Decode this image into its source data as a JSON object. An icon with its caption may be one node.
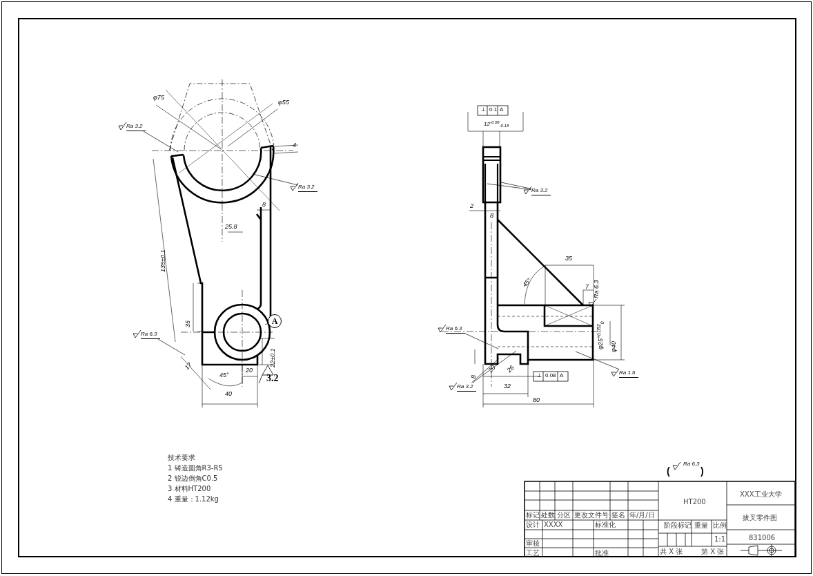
{
  "diagram": {
    "nodes": [
      {
        "text": [
          "Ra 3.2"
        ]
      },
      {
        "text": [
          "Ra 3.2"
        ]
      },
      {
        "text": [
          "Ra 6.3"
        ]
      },
      {
        "text": [
          "A"
        ]
      },
      {
        "text": [
          "Ra 3.2"
        ]
      },
      {
        "text": [
          "Ra 6.3"
        ]
      },
      {
        "text": [
          "Ra 3.2"
        ]
      },
      {
        "text": [
          "Ra 1.6"
        ]
      }
    ],
    "edges": [
      {
        "from": 0,
        "to": null,
        "arrow": "none"
      },
      {
        "from": 1,
        "to": null,
        "arrow": "none"
      },
      {
        "from": 2,
        "to": null,
        "arrow": "none"
      },
      {
        "from": 3,
        "to": null,
        "arrow": "none"
      },
      {
        "from": 4,
        "to": null,
        "arrow": "none"
      },
      {
        "from": 4,
        "to": null,
        "arrow": "none"
      },
      {
        "from": 5,
        "to": null,
        "arrow": "none"
      },
      {
        "from": 6,
        "to": null,
        "arrow": "none"
      },
      {
        "from": 6,
        "to": null,
        "arrow": "none"
      },
      {
        "from": 7,
        "to": null,
        "arrow": "none"
      }
    ],
    "labels": [
      "φ75",
      "φ55",
      "4",
      "8",
      "25.8",
      "135±0.1",
      "35",
      "17",
      "45°",
      "20",
      "40",
      "22±0.1",
      "3.2",
      "⊥",
      "0.1",
      "A",
      "12$^{-0.06}$$_{-0.18}$",
      "2",
      "8",
      "35",
      "45°",
      "7",
      "φ25$^{+0.052}$$_{0}$",
      "φ40",
      "8",
      "20",
      "26",
      "⊥",
      "0.08",
      "A",
      "32",
      "80",
      "技术要求",
      "1 铸造圆角R3-R5",
      "2 锐边倒角C0.5",
      "3 材料HT200",
      "4 重量：1.12kg",
      "(",
      "Ra 6.3",
      ")",
      "HT200",
      "XXX工业大学",
      "标记",
      "处数",
      "分区",
      "更改文件号",
      "签名",
      "年/月/日",
      "拔叉零件图",
      "设计",
      "XXXX",
      "标准化",
      "阶段标记",
      "重量",
      "比例",
      "1:1",
      "831006",
      "审核",
      "工艺",
      "批准",
      "共 X 张",
      "第 X 张",
      "Ra 6.3"
    ]
  }
}
